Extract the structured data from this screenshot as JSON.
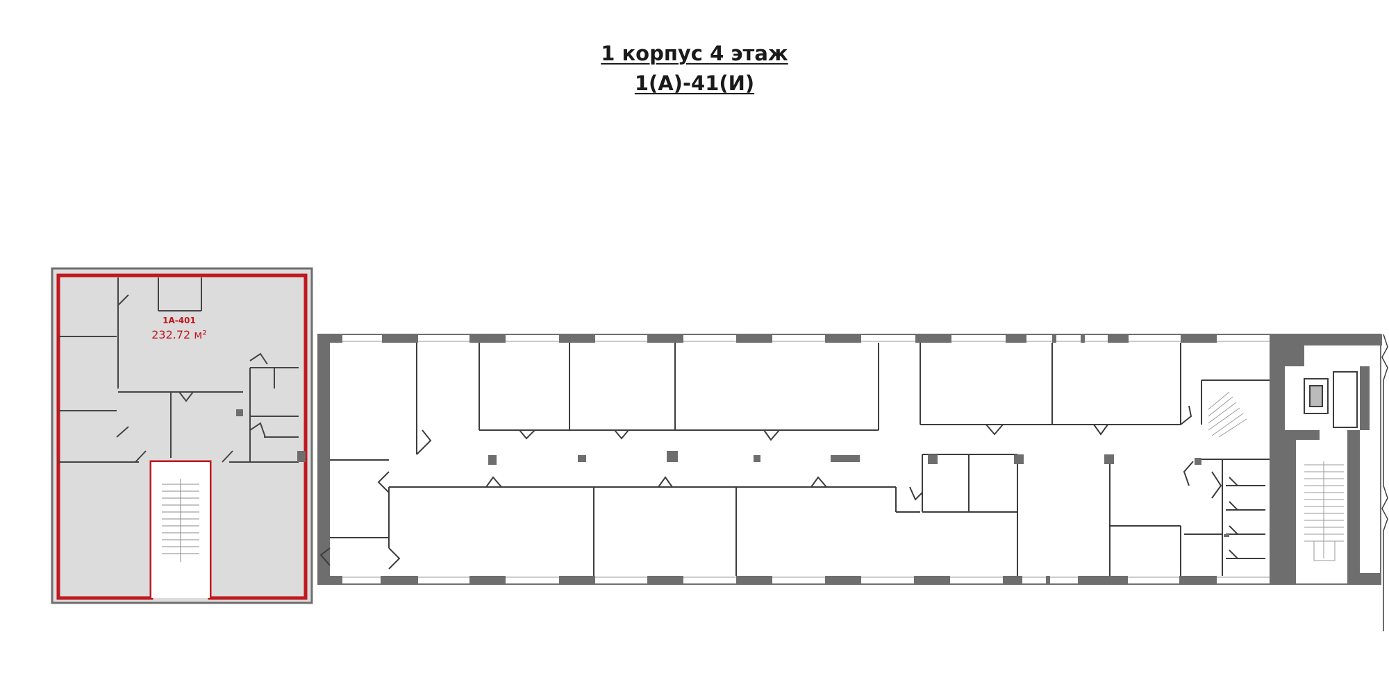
{
  "header": {
    "title": "1 корпус 4 этаж",
    "subtitle": "1(А)-41(И)"
  },
  "units": [
    {
      "code": "1А-401",
      "area": "232.72 м²",
      "highlighted": true
    }
  ],
  "colors": {
    "highlight_border": "#c0181e",
    "unit_fill": "#dcdcdc",
    "wall": "#6e6e6e",
    "line": "#3c3c3c",
    "background": "#ffffff"
  }
}
